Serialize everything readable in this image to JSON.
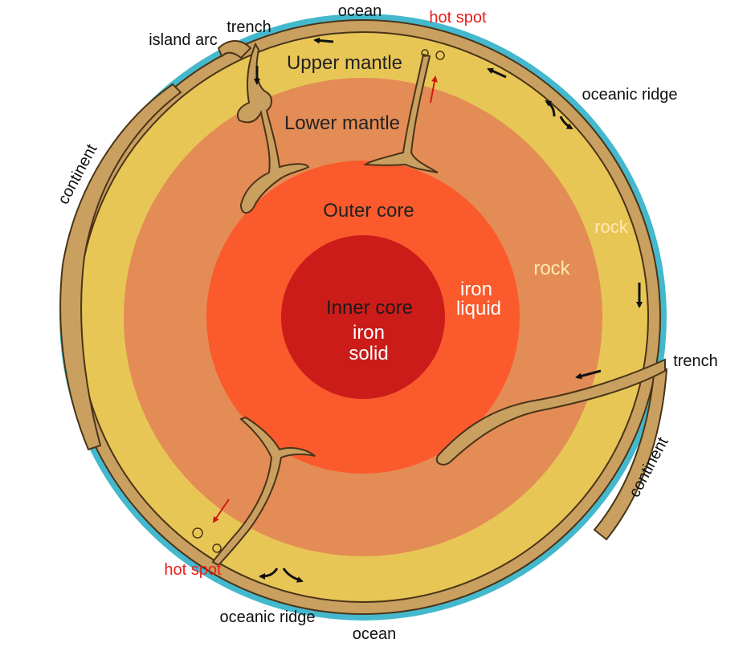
{
  "labels": {
    "ocean_top": "ocean",
    "hot_spot_top": "hot spot",
    "trench_top": "trench",
    "island_arc": "island arc",
    "upper_mantle": "Upper mantle",
    "lower_mantle": "Lower mantle",
    "oceanic_ridge_right": "oceanic ridge",
    "continent_left": "continent",
    "outer_core": "Outer core",
    "rock_upper": "rock",
    "rock_lower": "rock",
    "iron_liquid_1": "iron",
    "iron_liquid_2": "liquid",
    "inner_core": "Inner core",
    "iron_solid_1": "iron",
    "iron_solid_2": "solid",
    "trench_right": "trench",
    "continent_right": "continent",
    "hot_spot_bottom": "hot spot",
    "oceanic_ridge_bottom": "oceanic ridge",
    "ocean_bottom": "ocean"
  },
  "colors": {
    "ocean": "#44b8cc",
    "crust": "#c9a060",
    "crust_outline": "#4a3418",
    "upper_mantle": "#e8c656",
    "lower_mantle": "#e48c55",
    "outer_core": "#fa5a2c",
    "inner_core": "#cc1c1a",
    "label_dark": "#111111",
    "label_light": "#ffffff",
    "label_cream": "#ffe9b0",
    "label_hot_spot": "#e8201c",
    "arrow_dark": "#111111",
    "arrow_red": "#d01a10"
  }
}
